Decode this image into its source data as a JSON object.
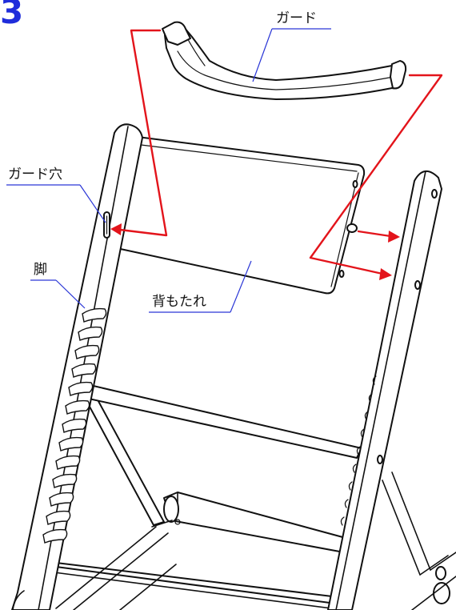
{
  "step": {
    "number": "3"
  },
  "labels": {
    "guard": "ガード",
    "guard_hole": "ガード穴",
    "leg": "脚",
    "backrest": "背もたれ"
  },
  "colors": {
    "step_number": "#1f2ddb",
    "arrow": "#e3141b",
    "leader": "#2a36d6",
    "line": "#111111"
  }
}
